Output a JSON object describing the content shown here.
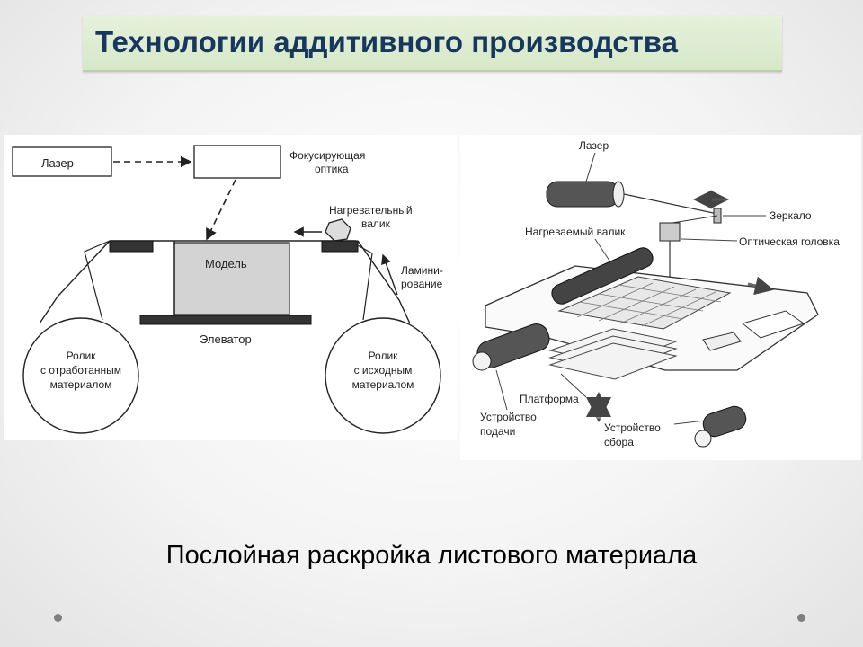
{
  "slide": {
    "title": "Технологии аддитивного производства",
    "caption": "Послойная раскройка листового материала"
  },
  "left_diagram": {
    "laser": "Лазер",
    "focusing_optics_line1": "Фокусирующая",
    "focusing_optics_line2": "оптика",
    "heating_roller_line1": "Нагревательный",
    "heating_roller_line2": "валик",
    "model": "Модель",
    "lamination_line1": "Ламини-",
    "lamination_line2": "рование",
    "elevator": "Элеватор",
    "spent_roller_line1": "Ролик",
    "spent_roller_line2": "с отработанным",
    "spent_roller_line3": "материалом",
    "source_roller_line1": "Ролик",
    "source_roller_line2": "с исходным",
    "source_roller_line3": "материалом"
  },
  "right_diagram": {
    "laser": "Лазер",
    "mirror": "Зеркало",
    "heated_roller": "Нагреваемый валик",
    "optical_head": "Оптическая головка",
    "platform": "Платформа",
    "feed_device_line1": "Устройство",
    "feed_device_line2": "подачи",
    "collect_device_line1": "Устройство",
    "collect_device_line2": "сбора"
  },
  "colors": {
    "title_text": "#17375e",
    "title_bar": "#d6e8c8",
    "slide_dot": "#7f7f7f"
  }
}
